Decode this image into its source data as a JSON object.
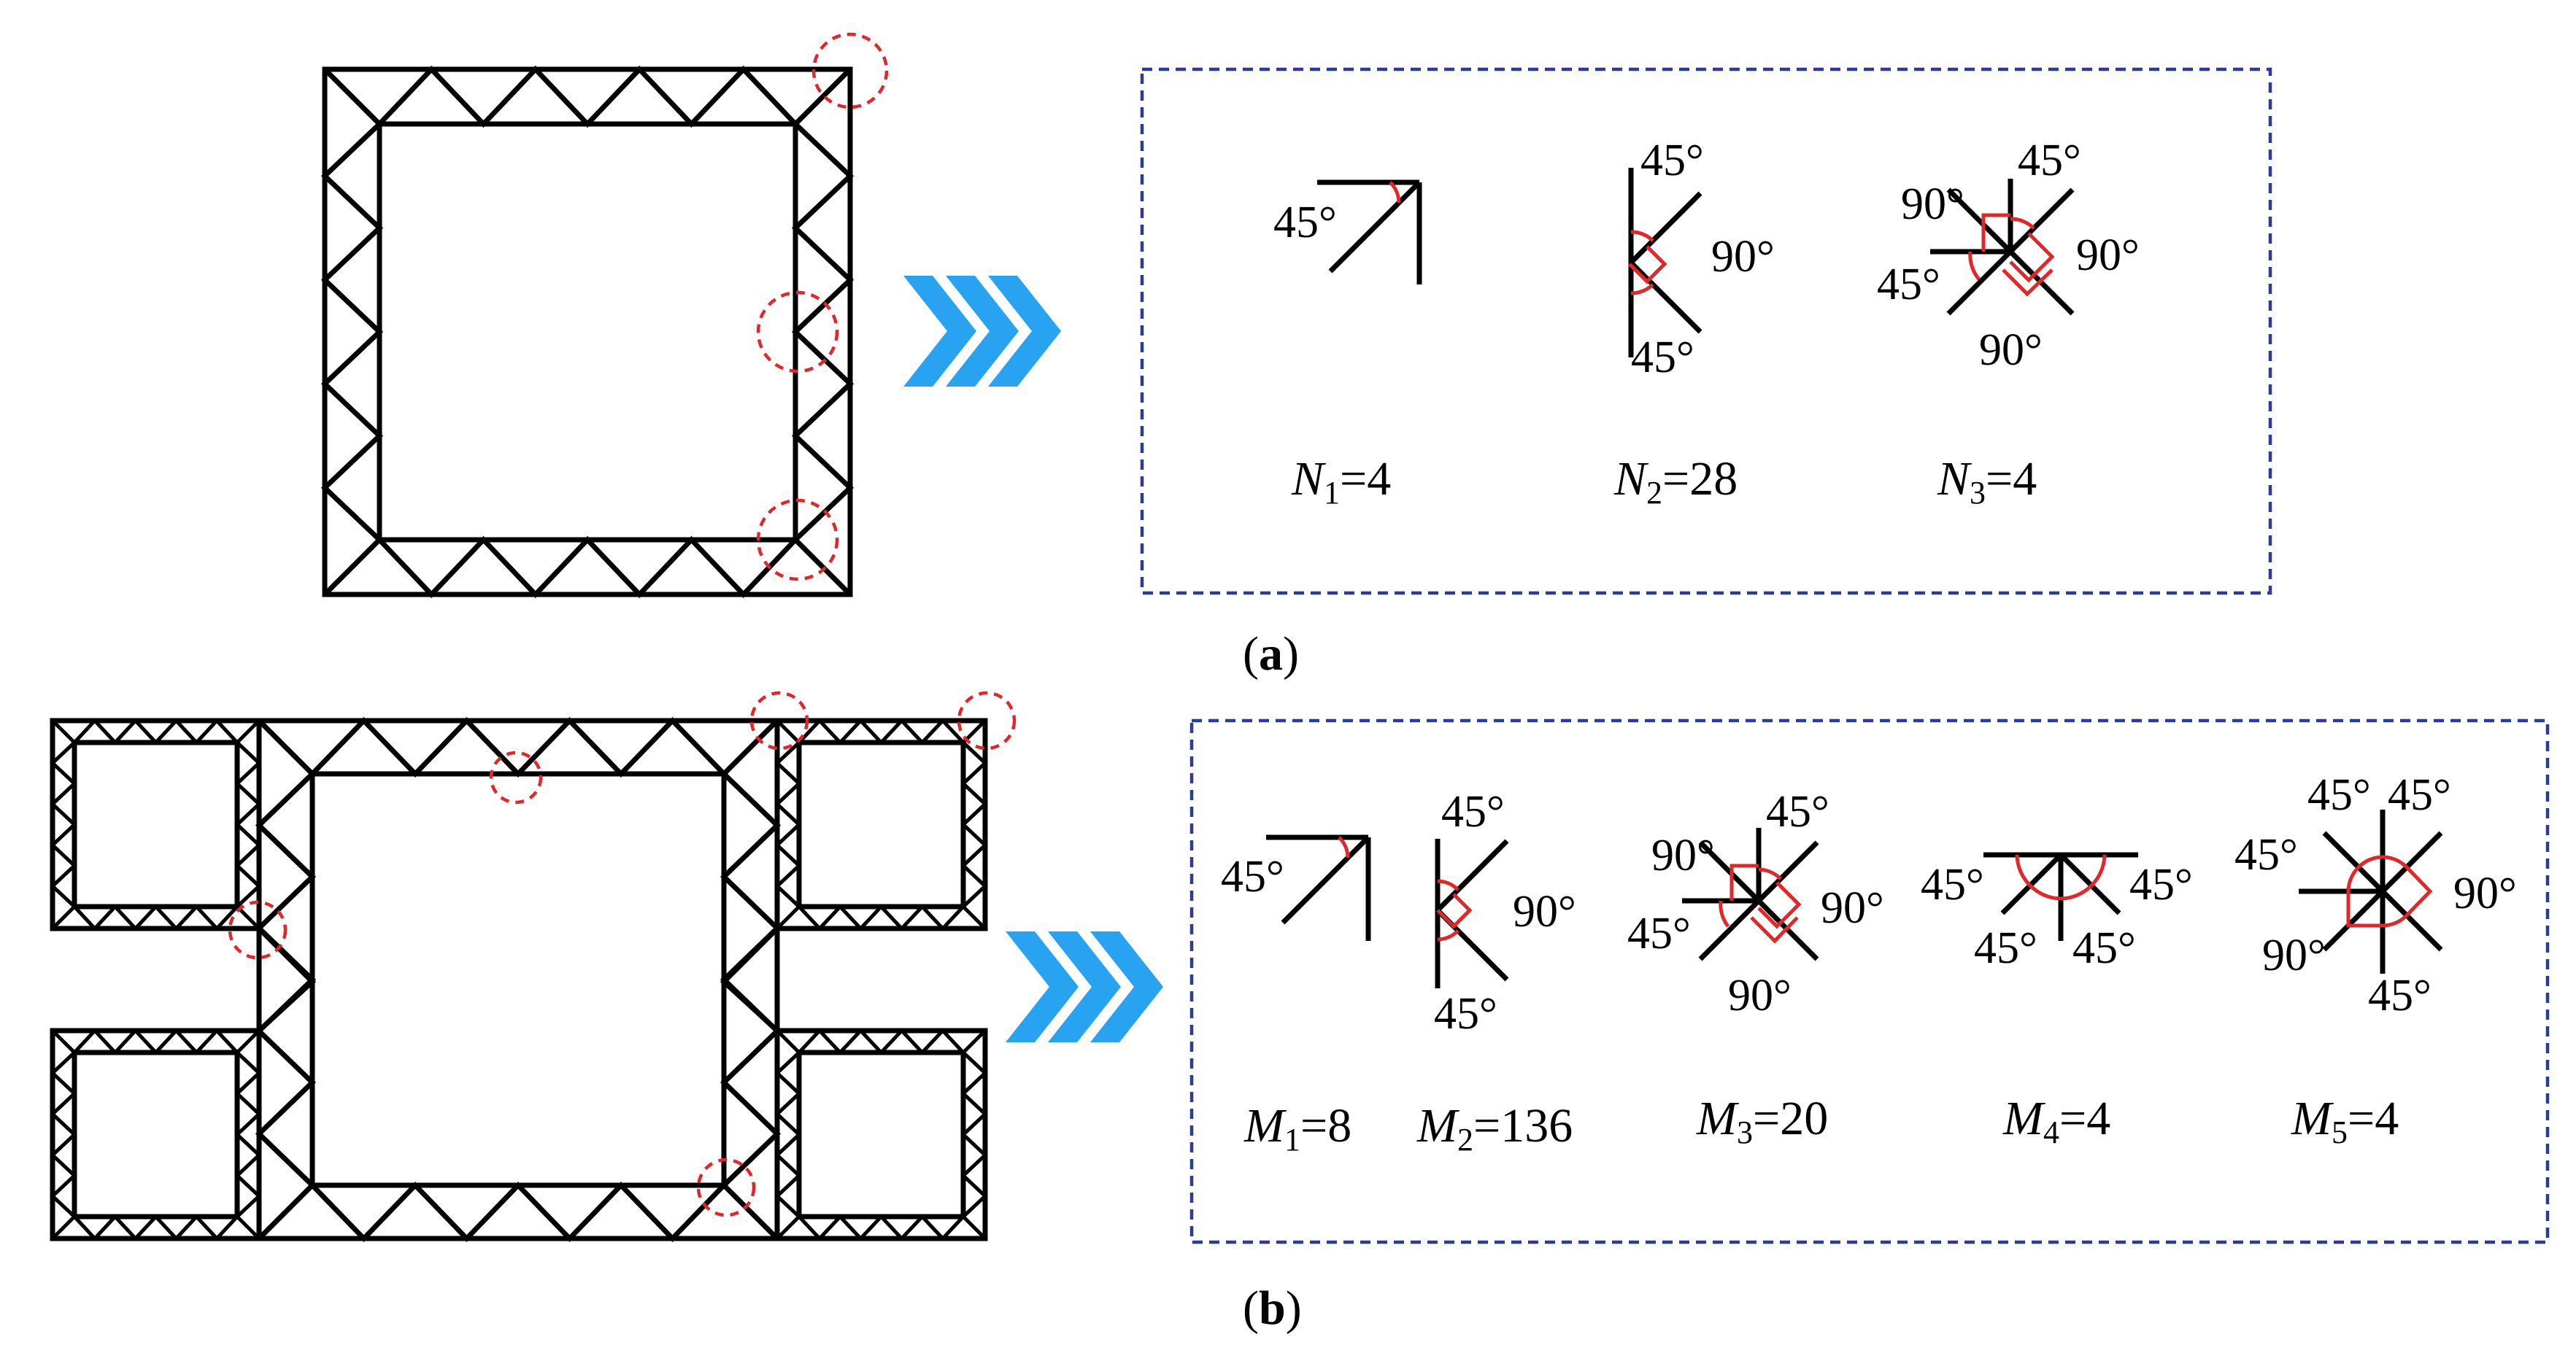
{
  "panel_a": {
    "caption": "a",
    "angle_45": "45°",
    "angle_90": "90°",
    "counts": [
      {
        "sym": "N",
        "sub": "1",
        "val": "=4"
      },
      {
        "sym": "N",
        "sub": "2",
        "val": "=28"
      },
      {
        "sym": "N",
        "sub": "3",
        "val": "=4"
      }
    ]
  },
  "panel_b": {
    "caption": "b",
    "angle_45": "45°",
    "angle_90": "90°",
    "counts": [
      {
        "sym": "M",
        "sub": "1",
        "val": "=8"
      },
      {
        "sym": "M",
        "sub": "2",
        "val": "=136"
      },
      {
        "sym": "M",
        "sub": "3",
        "val": "=20"
      },
      {
        "sym": "M",
        "sub": "4",
        "val": "=4"
      },
      {
        "sym": "M",
        "sub": "5",
        "val": "=4"
      }
    ]
  },
  "colors": {
    "lines": "#000000",
    "angle_marks": "#e0282a",
    "dashed_box": "#2a3a9e",
    "arrow": "#27a3f2"
  }
}
